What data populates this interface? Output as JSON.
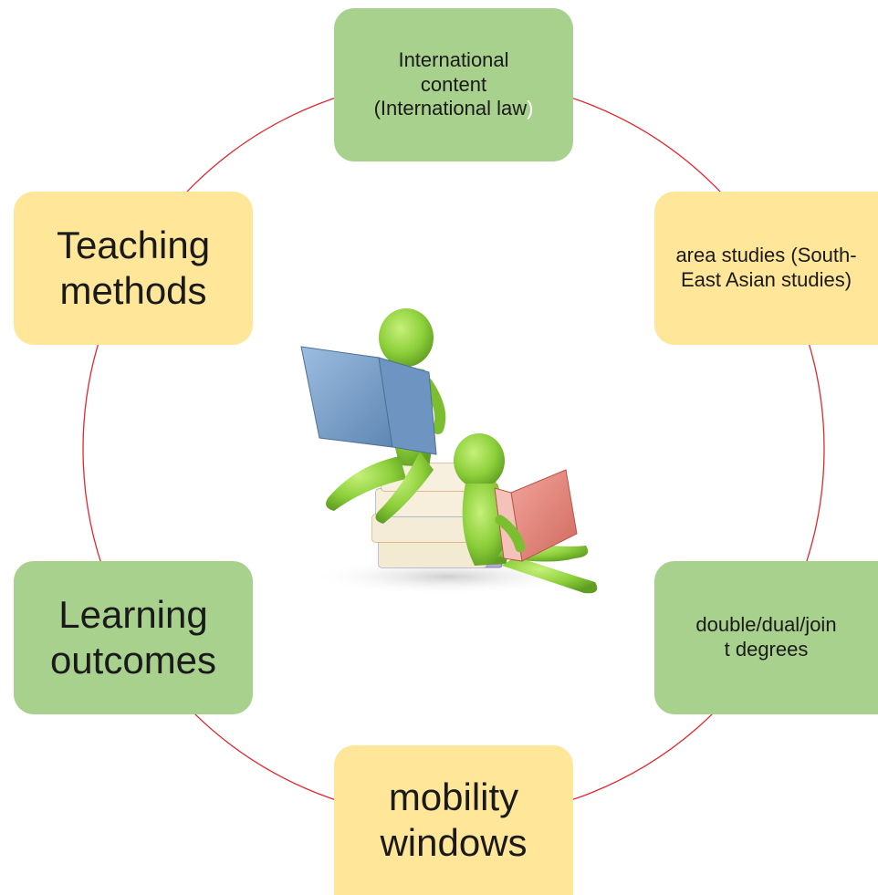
{
  "diagram": {
    "nodes": [
      {
        "id": "international-content",
        "text": "International content (International law",
        "tail": ")",
        "color": "green"
      },
      {
        "id": "area-studies",
        "text": "area studies (South-East Asian studies)",
        "color": "yellow"
      },
      {
        "id": "double-degrees",
        "text": "double/dual/join t degrees",
        "color": "green"
      },
      {
        "id": "mobility-windows",
        "text": "mobility windows",
        "color": "yellow"
      },
      {
        "id": "learning-outcomes",
        "text": "Learning outcomes",
        "color": "green"
      },
      {
        "id": "teaching-methods",
        "text": "Teaching methods",
        "color": "yellow"
      }
    ],
    "illustration": "figures-reading-books-on-stack",
    "colors": {
      "green_box": "#a9d18e",
      "yellow_box": "#ffe699",
      "cycle_line": "#e0282e",
      "figure_green": "#8ccf3a",
      "book_blue": "#7fa3c8",
      "book_red": "#e8877c"
    }
  }
}
